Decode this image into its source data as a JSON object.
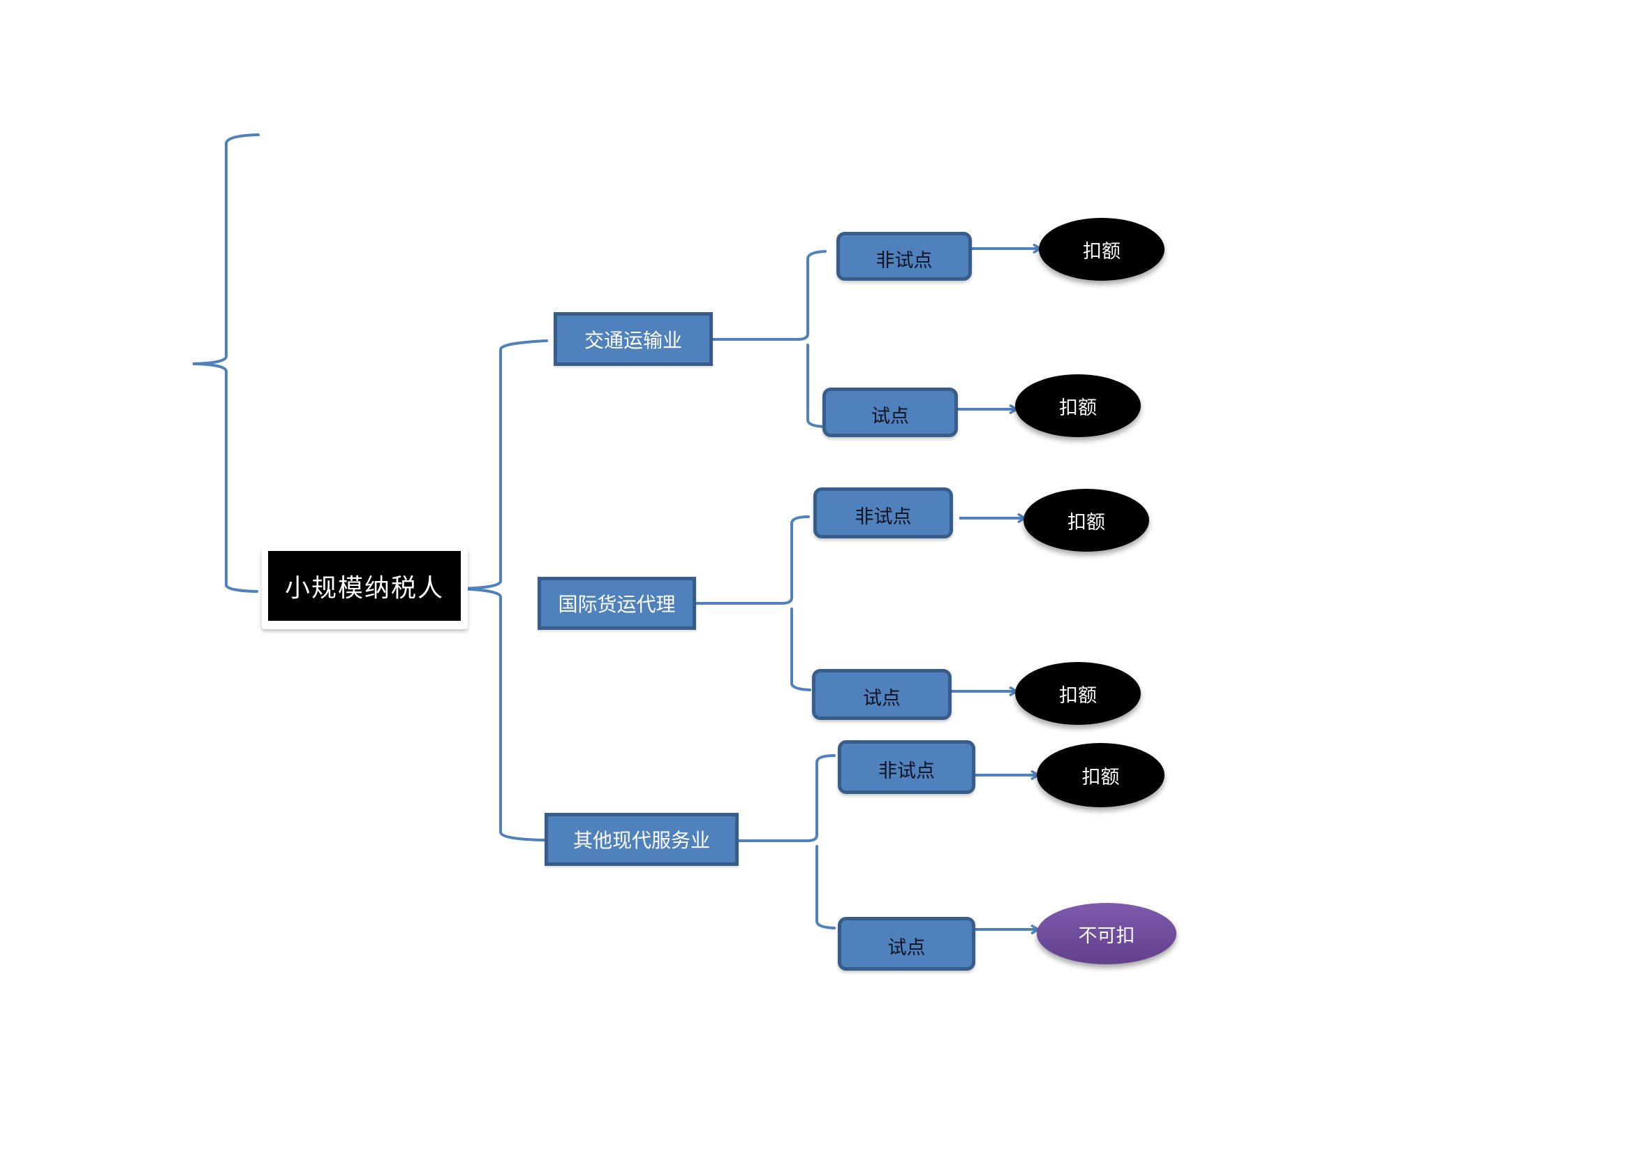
{
  "diagram": {
    "root": {
      "label": "小规模纳税人"
    },
    "categories": [
      {
        "label": "交通运输业",
        "branches": [
          {
            "label": "非试点",
            "result": "扣额",
            "result_style": "black"
          },
          {
            "label": "试点",
            "result": "扣额",
            "result_style": "black"
          }
        ]
      },
      {
        "label": "国际货运代理",
        "branches": [
          {
            "label": "非试点",
            "result": "扣额",
            "result_style": "black"
          },
          {
            "label": "试点",
            "result": "扣额",
            "result_style": "black"
          }
        ]
      },
      {
        "label": "其他现代服务业",
        "branches": [
          {
            "label": "非试点",
            "result": "扣额",
            "result_style": "black"
          },
          {
            "label": "试点",
            "result": "不可扣",
            "result_style": "purple"
          }
        ]
      }
    ],
    "colors": {
      "connector": "#4F81BD",
      "box_fill": "#4F81BD",
      "box_border": "#385D8A",
      "result_black": "#000000",
      "result_purple": "#7E5BAD"
    }
  }
}
